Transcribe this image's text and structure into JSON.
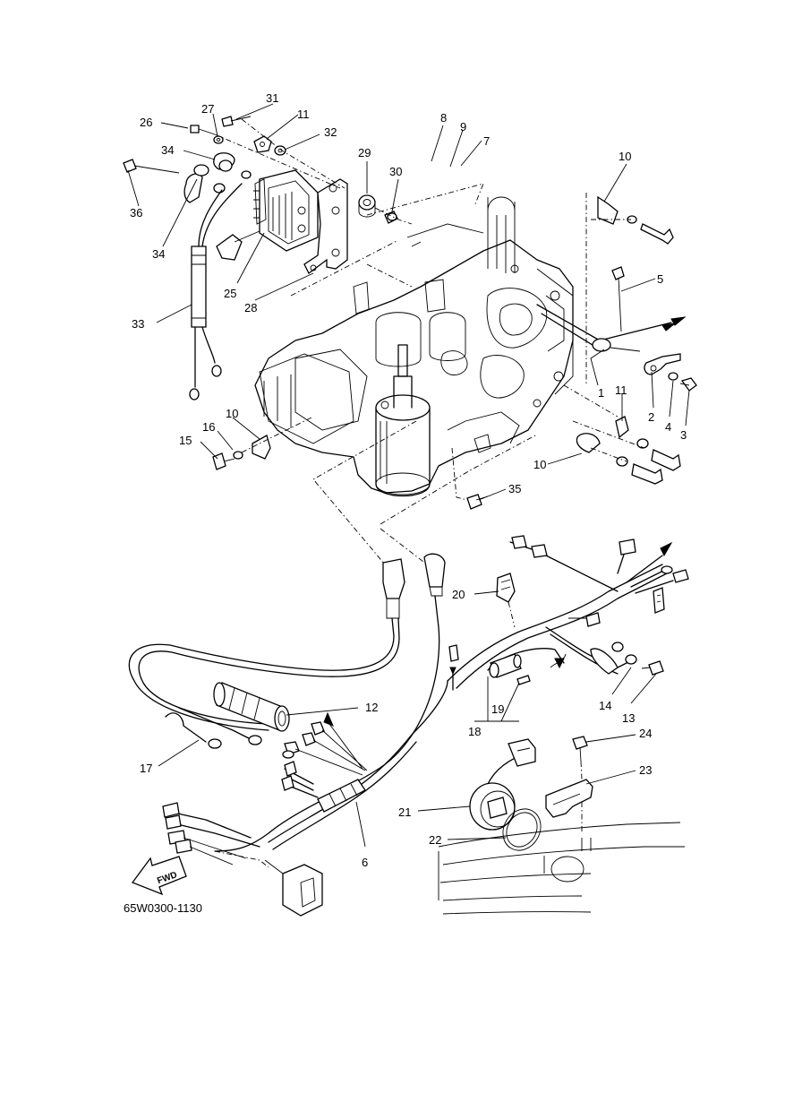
{
  "diagram": {
    "figure_code": "65W0300-1130",
    "fwd_label": "FWD",
    "callouts": [
      {
        "id": "c1",
        "label": "1"
      },
      {
        "id": "c2",
        "label": "2"
      },
      {
        "id": "c3",
        "label": "3"
      },
      {
        "id": "c4",
        "label": "4"
      },
      {
        "id": "c5",
        "label": "5"
      },
      {
        "id": "c6",
        "label": "6"
      },
      {
        "id": "c7",
        "label": "7"
      },
      {
        "id": "c8",
        "label": "8"
      },
      {
        "id": "c9",
        "label": "9"
      },
      {
        "id": "c10a",
        "label": "10"
      },
      {
        "id": "c10b",
        "label": "10"
      },
      {
        "id": "c10c",
        "label": "10"
      },
      {
        "id": "c11a",
        "label": "11"
      },
      {
        "id": "c11b",
        "label": "11"
      },
      {
        "id": "c12",
        "label": "12"
      },
      {
        "id": "c13",
        "label": "13"
      },
      {
        "id": "c14",
        "label": "14"
      },
      {
        "id": "c15",
        "label": "15"
      },
      {
        "id": "c16",
        "label": "16"
      },
      {
        "id": "c17",
        "label": "17"
      },
      {
        "id": "c18",
        "label": "18"
      },
      {
        "id": "c19",
        "label": "19"
      },
      {
        "id": "c20",
        "label": "20"
      },
      {
        "id": "c21",
        "label": "21"
      },
      {
        "id": "c22",
        "label": "22"
      },
      {
        "id": "c23",
        "label": "23"
      },
      {
        "id": "c24",
        "label": "24"
      },
      {
        "id": "c25",
        "label": "25"
      },
      {
        "id": "c26",
        "label": "26"
      },
      {
        "id": "c27",
        "label": "27"
      },
      {
        "id": "c28",
        "label": "28"
      },
      {
        "id": "c29",
        "label": "29"
      },
      {
        "id": "c30",
        "label": "30"
      },
      {
        "id": "c31",
        "label": "31"
      },
      {
        "id": "c32",
        "label": "32"
      },
      {
        "id": "c33",
        "label": "33"
      },
      {
        "id": "c34a",
        "label": "34"
      },
      {
        "id": "c34b",
        "label": "34"
      },
      {
        "id": "c35",
        "label": "35"
      },
      {
        "id": "c36",
        "label": "36"
      }
    ]
  }
}
